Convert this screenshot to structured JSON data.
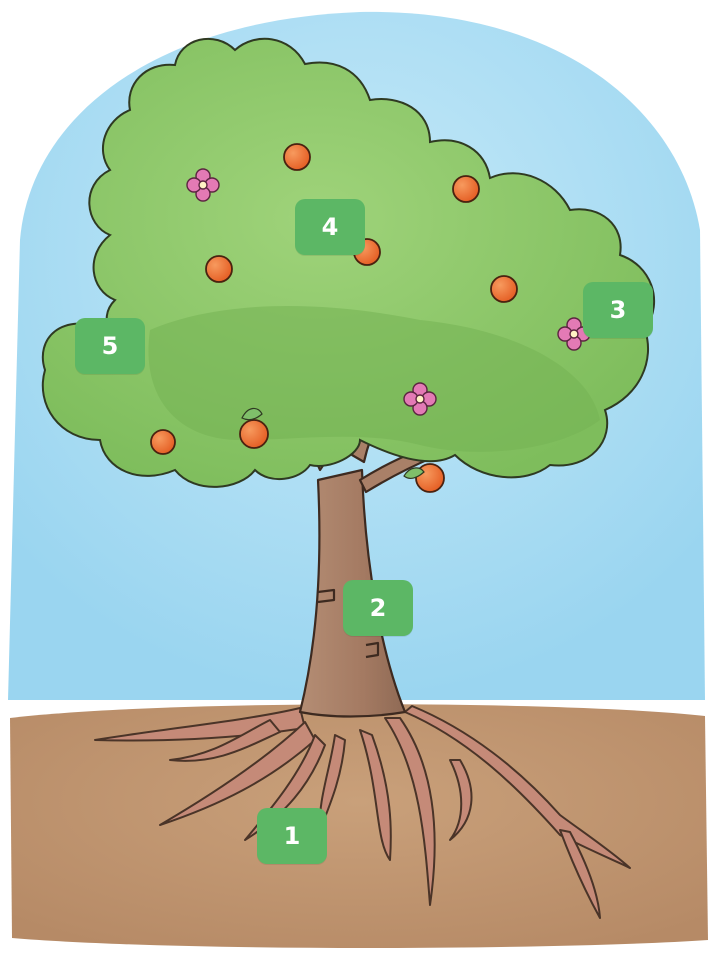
{
  "colors": {
    "sky": "#a9dcf3",
    "soil": "#c39a74",
    "trunk": "#a98068",
    "foliage": "#8fcb68",
    "foliage_dark": "#6ea84f",
    "fruit": "#ef7335",
    "flower": "#e37ab5",
    "marker": "#5cb765"
  },
  "icons": [
    "tree-illustration",
    "orange-fruit-icon",
    "pink-flower-icon"
  ],
  "labels": {
    "roots": "1",
    "trunk": "2",
    "flowers": "3",
    "fruits": "4",
    "leaves": "5"
  }
}
